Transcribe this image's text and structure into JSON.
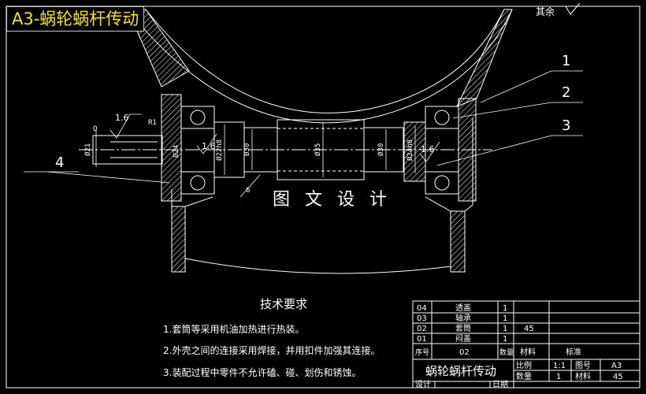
{
  "title": "A3-蜗轮蜗杆传动",
  "roughness_symbol": {
    "label": "其余"
  },
  "watermark": "图 文 设 计",
  "balloons": [
    "1",
    "2",
    "3",
    "4"
  ],
  "surface_marks": [
    "1.6",
    "1.6",
    "1.6"
  ],
  "dimensions": [
    "R1",
    "Q",
    "Ø21",
    "Ø24",
    "Ø22h8",
    "Ø30",
    "Ø35",
    "Ø30",
    "Ø24h8",
    "6"
  ],
  "tech_requirements": {
    "heading": "技术要求",
    "items": [
      "1.套筒等采用机油加热进行热装。",
      "2.外壳之间的连接采用焊接，并用扣件加强其连接。",
      "3.装配过程中零件不允许磕、碰、划伤和锈蚀。"
    ]
  },
  "bom": {
    "rows": [
      {
        "no": "04",
        "name": "透盖",
        "qty": "1",
        "material": "",
        "standard": ""
      },
      {
        "no": "03",
        "name": "轴承",
        "qty": "1",
        "material": "",
        "standard": ""
      },
      {
        "no": "02",
        "name": "套筒",
        "qty": "1",
        "material": "45",
        "standard": ""
      },
      {
        "no": "01",
        "name": "闷盖",
        "qty": "1",
        "material": "",
        "standard": ""
      }
    ],
    "header": {
      "no": "序号",
      "name": "02",
      "qty": "数量",
      "material": "材料",
      "standard": "标准"
    }
  },
  "title_block": {
    "drawing_name": "蜗轮蜗杆传动",
    "scale_label": "比例",
    "scale_value": "1:1",
    "drawing_no_label": "图号",
    "drawing_no_value": "A3",
    "qty_label": "数量",
    "qty_value": "1",
    "material_label": "材料",
    "material_value": "45",
    "design_label": "设计",
    "date_label": "日期"
  },
  "colors": {
    "background": "#000000",
    "lines": "#ffffff",
    "title": "#f2e600"
  }
}
